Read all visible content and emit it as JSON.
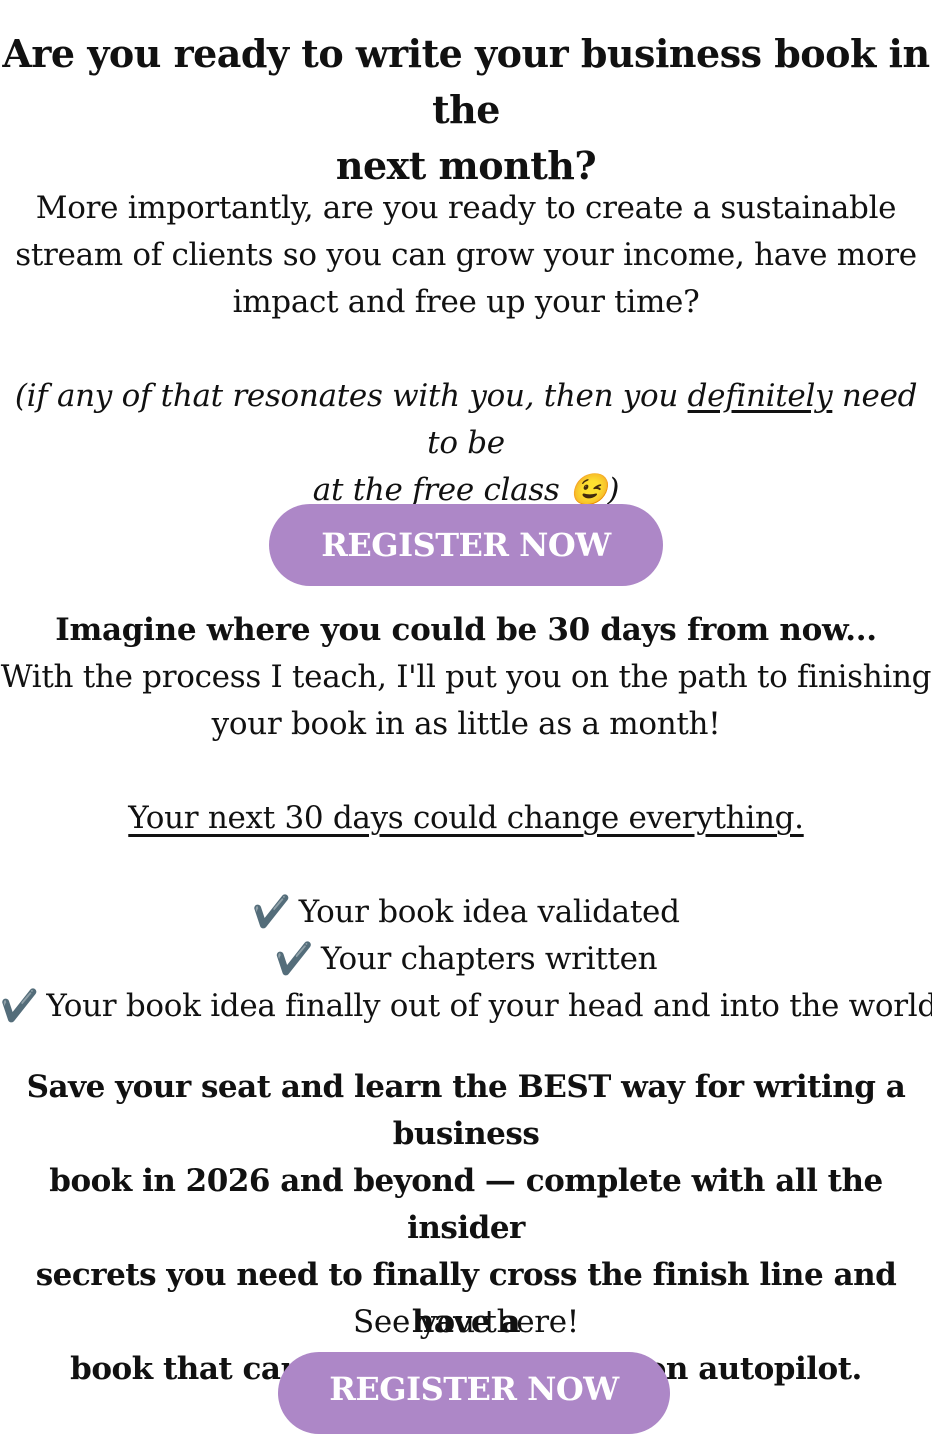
{
  "headline": {
    "line1": "Are you ready to write your business book in the",
    "line2": "next month?"
  },
  "intro": {
    "line1": "More importantly, are you ready to create a sustainable",
    "line2": "stream of clients so you can grow your income, have more",
    "line3": "impact and free up your time?"
  },
  "aside": {
    "before": "(if any of that resonates with you, then you ",
    "emphasis": "definitely",
    "after": " need to be",
    "line2": "at the free class",
    "emoji": "😉",
    "close": ")"
  },
  "cta_top": {
    "label": "REGISTER NOW"
  },
  "imagine": {
    "lead": "Imagine where you could be 30 days from now...",
    "line2": "With the process I teach, I'll put you on the path to finishing",
    "line3": "your book in as little as a month!"
  },
  "next30": {
    "text": "Your next 30 days could change everything."
  },
  "checklist": {
    "mark": "✔️",
    "items": [
      "Your book idea validated",
      "Your chapters written",
      "Your book idea finally out of your head and into the world"
    ]
  },
  "save": {
    "line1": "Save your seat and learn the BEST way for writing a business",
    "line2": "book in 2026 and beyond — complete with all the insider",
    "line3": "secrets you need to finally cross the finish line and have a",
    "line4": "book that can drive clients to you on autopilot."
  },
  "closing": {
    "text": "See you there!"
  },
  "cta_bottom": {
    "label": "REGISTER NOW"
  },
  "colors": {
    "button": "#ad87c7",
    "button_text": "#ffffff",
    "text": "#111111",
    "check": "#4a5f6d"
  }
}
